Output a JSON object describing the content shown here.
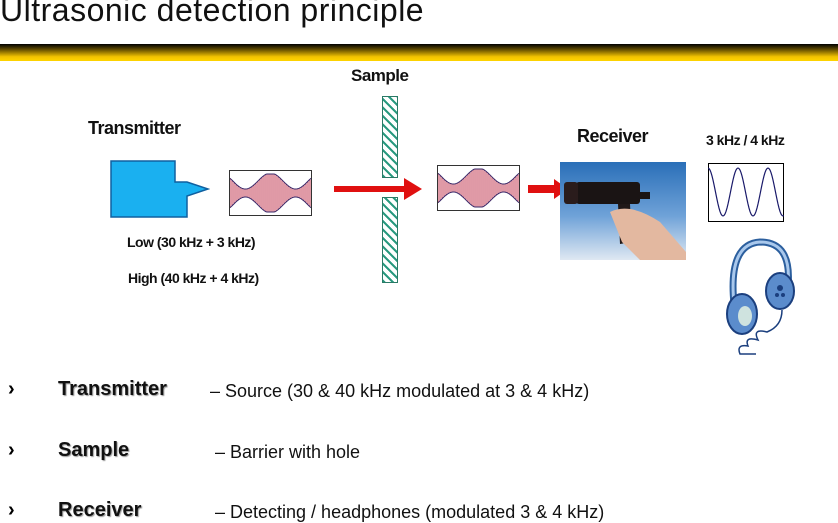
{
  "title": "Ultrasonic detection principle",
  "diagram": {
    "sample_label": "Sample",
    "transmitter_label": "Transmitter",
    "receiver_label": "Receiver",
    "freq_label": "3 kHz / 4 kHz",
    "low_label": "Low (30 kHz + 3 kHz)",
    "high_label": "High (40 kHz + 4 kHz)"
  },
  "bullets": [
    {
      "term": "Transmitter",
      "desc": "– Source  (30 & 40 kHz modulated at 3 & 4 kHz)"
    },
    {
      "term": "Sample",
      "desc": "– Barrier with hole"
    },
    {
      "term": "Receiver",
      "desc": "– Detecting / headphones (modulated  3 & 4 kHz)"
    }
  ],
  "colors": {
    "accent_bar": "#f2c200",
    "arrow": "#e01010",
    "transmitter": "#1ab0f0",
    "wave": "#b00020"
  }
}
